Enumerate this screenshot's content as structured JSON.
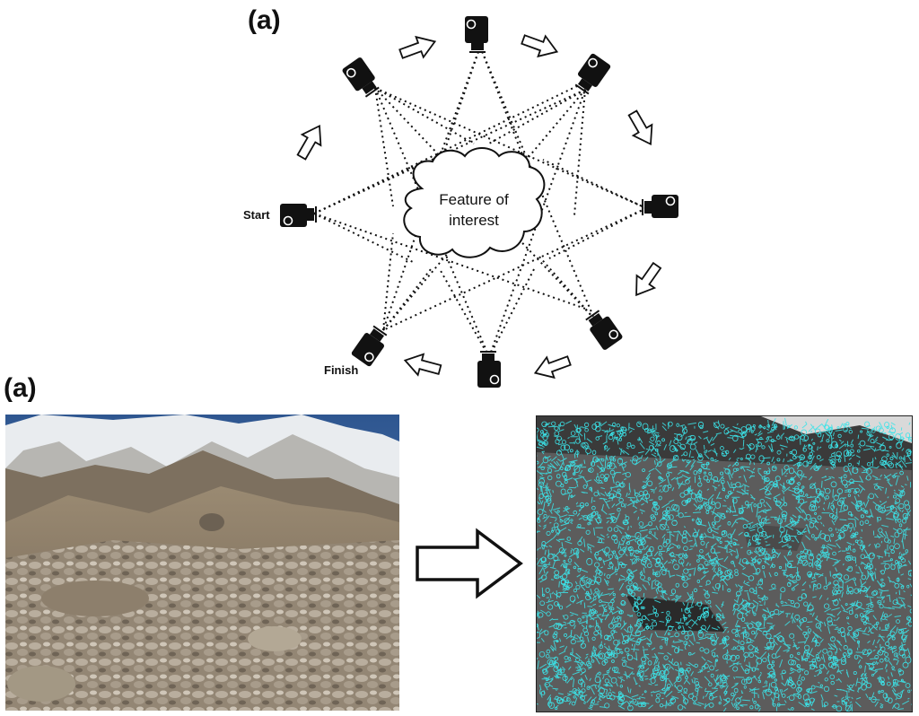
{
  "labels": {
    "panel_top": "(a)",
    "panel_bottom": "(a)",
    "feature_line1": "Feature of",
    "feature_line2": "interest",
    "start": "Start",
    "finish": "Finish"
  },
  "colors": {
    "ink": "#111111",
    "feature_points": "#3be3e8",
    "sky": "#3a5f93",
    "rock": "#8a7d6c"
  },
  "icons": [
    "camera-icon",
    "arrow-outline-icon",
    "cloud-shape"
  ]
}
